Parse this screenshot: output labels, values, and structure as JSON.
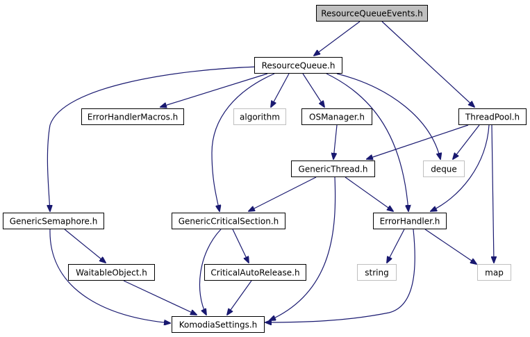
{
  "diagram": {
    "nodes": [
      {
        "id": "ResourceQueueEvents",
        "label": "ResourceQueueEvents.h",
        "kind": "root"
      },
      {
        "id": "ResourceQueue",
        "label": "ResourceQueue.h",
        "kind": "normal"
      },
      {
        "id": "ThreadPool",
        "label": "ThreadPool.h",
        "kind": "normal"
      },
      {
        "id": "ErrorHandlerMacros",
        "label": "ErrorHandlerMacros.h",
        "kind": "normal"
      },
      {
        "id": "algorithm",
        "label": "algorithm",
        "kind": "external"
      },
      {
        "id": "OSManager",
        "label": "OSManager.h",
        "kind": "normal"
      },
      {
        "id": "GenericThread",
        "label": "GenericThread.h",
        "kind": "normal"
      },
      {
        "id": "deque",
        "label": "deque",
        "kind": "external"
      },
      {
        "id": "GenericSemaphore",
        "label": "GenericSemaphore.h",
        "kind": "normal"
      },
      {
        "id": "GenericCriticalSection",
        "label": "GenericCriticalSection.h",
        "kind": "normal"
      },
      {
        "id": "ErrorHandler",
        "label": "ErrorHandler.h",
        "kind": "normal"
      },
      {
        "id": "WaitableObject",
        "label": "WaitableObject.h",
        "kind": "normal"
      },
      {
        "id": "CriticalAutoRelease",
        "label": "CriticalAutoRelease.h",
        "kind": "normal"
      },
      {
        "id": "string",
        "label": "string",
        "kind": "external"
      },
      {
        "id": "map",
        "label": "map",
        "kind": "external"
      },
      {
        "id": "KomodiaSettings",
        "label": "KomodiaSettings.h",
        "kind": "normal"
      }
    ],
    "edges": [
      {
        "from": "ResourceQueueEvents",
        "to": "ResourceQueue"
      },
      {
        "from": "ResourceQueueEvents",
        "to": "ThreadPool"
      },
      {
        "from": "ResourceQueue",
        "to": "ErrorHandlerMacros"
      },
      {
        "from": "ResourceQueue",
        "to": "algorithm"
      },
      {
        "from": "ResourceQueue",
        "to": "OSManager"
      },
      {
        "from": "ResourceQueue",
        "to": "deque"
      },
      {
        "from": "ResourceQueue",
        "to": "GenericSemaphore"
      },
      {
        "from": "ResourceQueue",
        "to": "GenericCriticalSection"
      },
      {
        "from": "ResourceQueue",
        "to": "ErrorHandler"
      },
      {
        "from": "ThreadPool",
        "to": "GenericThread"
      },
      {
        "from": "ThreadPool",
        "to": "deque"
      },
      {
        "from": "ThreadPool",
        "to": "ErrorHandler"
      },
      {
        "from": "ThreadPool",
        "to": "map"
      },
      {
        "from": "OSManager",
        "to": "GenericThread"
      },
      {
        "from": "GenericThread",
        "to": "GenericCriticalSection"
      },
      {
        "from": "GenericThread",
        "to": "ErrorHandler"
      },
      {
        "from": "GenericThread",
        "to": "KomodiaSettings"
      },
      {
        "from": "GenericSemaphore",
        "to": "WaitableObject"
      },
      {
        "from": "GenericSemaphore",
        "to": "KomodiaSettings"
      },
      {
        "from": "GenericCriticalSection",
        "to": "CriticalAutoRelease"
      },
      {
        "from": "GenericCriticalSection",
        "to": "KomodiaSettings"
      },
      {
        "from": "ErrorHandler",
        "to": "string"
      },
      {
        "from": "ErrorHandler",
        "to": "map"
      },
      {
        "from": "ErrorHandler",
        "to": "KomodiaSettings"
      },
      {
        "from": "WaitableObject",
        "to": "KomodiaSettings"
      },
      {
        "from": "CriticalAutoRelease",
        "to": "KomodiaSettings"
      }
    ],
    "colors": {
      "edge": "#191970",
      "root_fill": "#bfbfbf",
      "node_border": "#000000",
      "external_border": "#bfbfbf"
    }
  }
}
